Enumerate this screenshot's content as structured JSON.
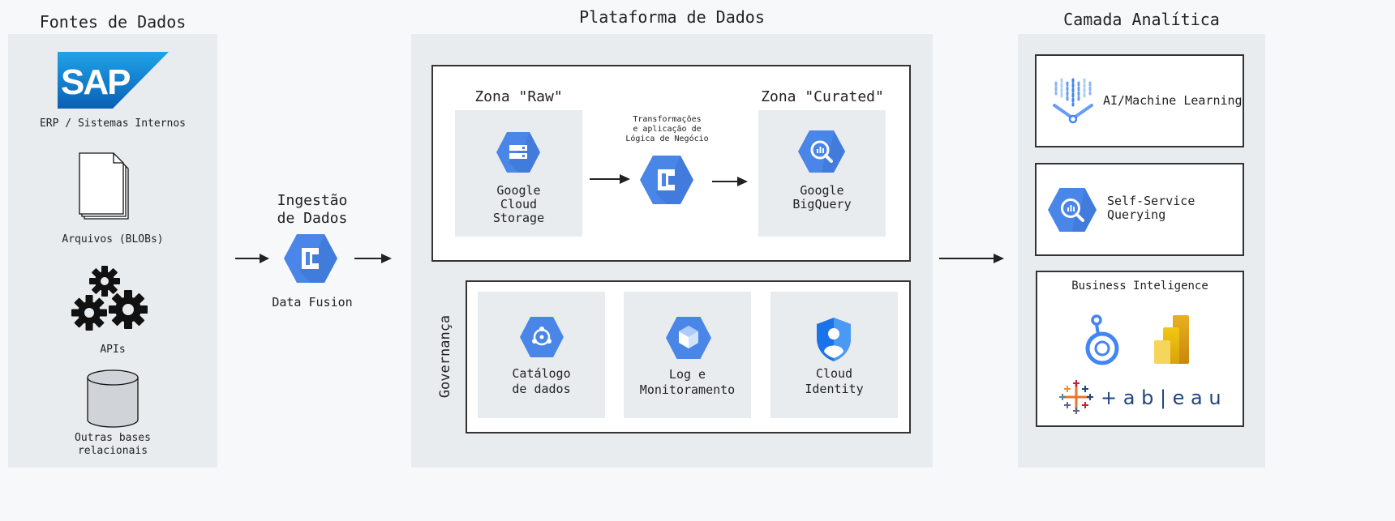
{
  "sources": {
    "title": "Fontes de Dados",
    "items": [
      {
        "label": "ERP / Sistemas Internos",
        "icon": "sap-logo",
        "logo_text": "SAP"
      },
      {
        "label": "Arquivos (BLOBs)",
        "icon": "document-stack-icon"
      },
      {
        "label": "APIs",
        "icon": "gears-icon"
      },
      {
        "label": "Outras bases\nrelacionais",
        "icon": "database-cylinder-icon"
      }
    ]
  },
  "ingestion": {
    "title": "Ingestão\nde Dados",
    "service": "Data Fusion",
    "icon": "data-fusion-icon"
  },
  "platform": {
    "title": "Plataforma de Dados",
    "raw_zone": {
      "title": "Zona \"Raw\"",
      "service": "Google\nCloud\nStorage",
      "icon": "cloud-storage-icon"
    },
    "transform": {
      "label": "Transformações\ne aplicação de\nLógica de Negócio",
      "icon": "data-fusion-icon"
    },
    "curated_zone": {
      "title": "Zona \"Curated\"",
      "service": "Google\nBigQuery",
      "icon": "bigquery-icon"
    },
    "governance": {
      "title": "Governança",
      "items": [
        {
          "label": "Catálogo\nde dados",
          "icon": "data-catalog-icon"
        },
        {
          "label": "Log e\nMonitoramento",
          "icon": "logging-monitoring-icon"
        },
        {
          "label": "Cloud\nIdentity",
          "icon": "cloud-identity-icon"
        }
      ]
    }
  },
  "analytics": {
    "title": "Camada Analítica",
    "ml": {
      "label": "AI/Machine Learning",
      "icon": "vertex-ai-icon"
    },
    "self_service": {
      "label": "Self-Service\nQuerying",
      "icon": "bigquery-icon"
    },
    "bi": {
      "title": "Business Inteligence",
      "tools": [
        "looker-icon",
        "power-bi-icon",
        "tableau-logo"
      ],
      "tableau_wordmark": "+ a b | e a u"
    }
  },
  "colors": {
    "gcp_blue": "#4a86e8",
    "gcp_blue_dark": "#3367d6",
    "panel": "#e9ecef",
    "frame_border": "#333333",
    "arrow": "#222222"
  }
}
